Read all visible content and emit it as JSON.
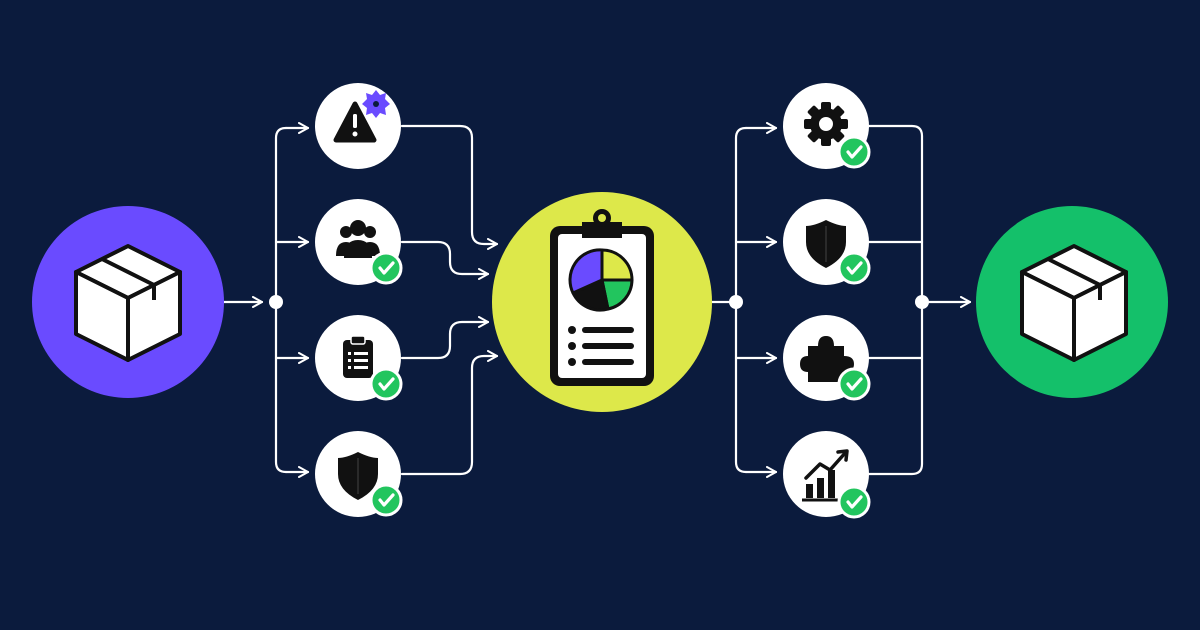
{
  "colors": {
    "background": "#0b1b3d",
    "line": "#ffffff",
    "input_circle": "#6a4bff",
    "hub_circle": "#dde84a",
    "output_circle": "#14c06a",
    "node_circle": "#ffffff",
    "icon": "#111111",
    "check_badge": "#22c55e",
    "alert_badge": "#6a4bff",
    "pie_purple": "#6a4bff",
    "pie_yellow": "#dde84a",
    "pie_green": "#22c55e",
    "pie_black": "#111111"
  },
  "input_node": {
    "icon": "box-icon"
  },
  "left_nodes": [
    {
      "icon": "warning-icon",
      "badge": "alert-badge"
    },
    {
      "icon": "team-icon",
      "badge": "check-badge"
    },
    {
      "icon": "clipboard-icon",
      "badge": "check-badge"
    },
    {
      "icon": "shield-icon",
      "badge": "check-badge"
    }
  ],
  "hub_node": {
    "icon": "report-clipboard-icon"
  },
  "right_nodes": [
    {
      "icon": "gear-icon",
      "badge": "check-badge"
    },
    {
      "icon": "shield-icon",
      "badge": "check-badge"
    },
    {
      "icon": "puzzle-icon",
      "badge": "check-badge"
    },
    {
      "icon": "growth-chart-icon",
      "badge": "check-badge"
    }
  ],
  "output_node": {
    "icon": "box-icon"
  }
}
